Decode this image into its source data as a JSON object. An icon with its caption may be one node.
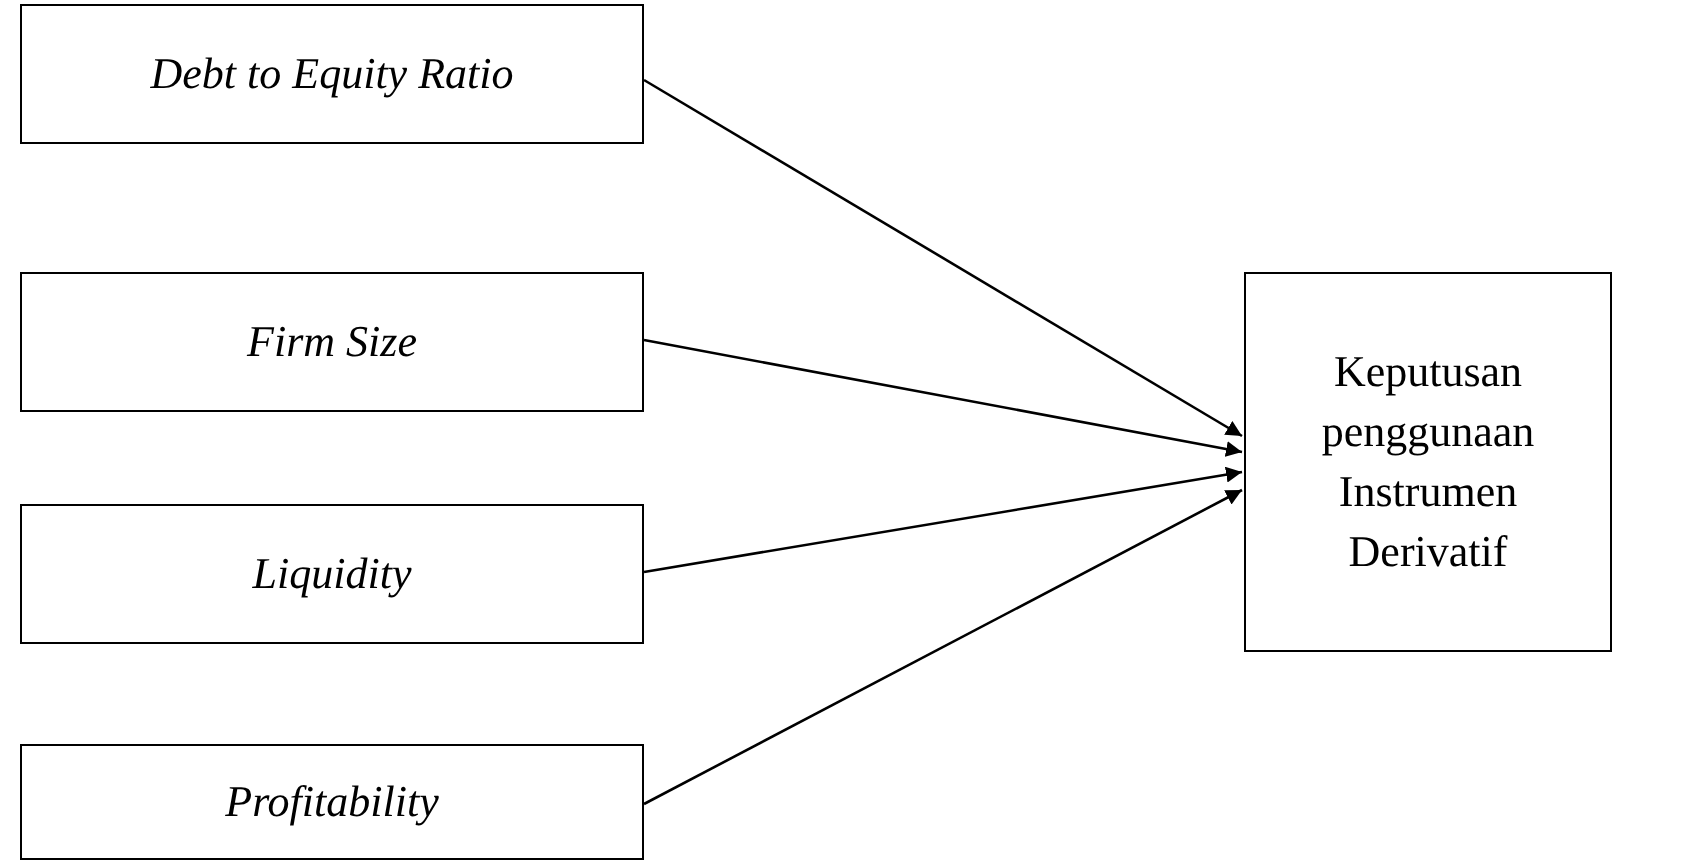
{
  "diagram": {
    "nodes": [
      {
        "text": [
          "Debt to Equity Ratio"
        ]
      },
      {
        "text": [
          "Firm Size"
        ]
      },
      {
        "text": [
          "Liquidity"
        ]
      },
      {
        "text": [
          "Profitability"
        ]
      },
      {
        "text": [
          "Keputusan penggunaan Instrumen Derivatif"
        ]
      }
    ],
    "edges": [
      {
        "from": 0,
        "to": 4,
        "arrow": "to"
      },
      {
        "from": 1,
        "to": 4,
        "arrow": "to"
      },
      {
        "from": 2,
        "to": 4,
        "arrow": "to"
      },
      {
        "from": 3,
        "to": 4,
        "arrow": "to"
      }
    ]
  }
}
